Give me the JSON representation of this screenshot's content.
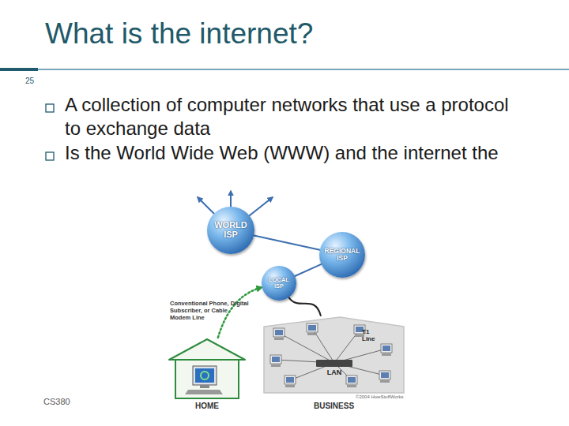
{
  "diagram": {
    "title": "What is the internet?",
    "nodes": [
      {
        "text": [
          "WORLD ISP"
        ]
      },
      {
        "text": [
          "REGIONAL ISP"
        ]
      },
      {
        "text": [
          "LOCAL ISP"
        ]
      },
      {
        "text": [
          "HOME"
        ]
      },
      {
        "text": [
          "LAN",
          "BUSINESS"
        ]
      }
    ],
    "edges": [
      {
        "from": 0,
        "to": 1,
        "arrow": "none"
      },
      {
        "from": 1,
        "to": 2,
        "arrow": "none"
      },
      {
        "from": 3,
        "to": 2,
        "label": "Conventional Phone, Digital Subscriber, or Cable Modem Line",
        "arrow": "to"
      },
      {
        "from": 2,
        "to": 4,
        "label": "T1 Line",
        "arrow": "none"
      }
    ],
    "labels": [
      "25",
      "A collection of computer networks that use a protocol to exchange data",
      "Is the World Wide Web (WWW) and the internet the",
      "CS380",
      "©2004 HowStuffWorks"
    ]
  }
}
